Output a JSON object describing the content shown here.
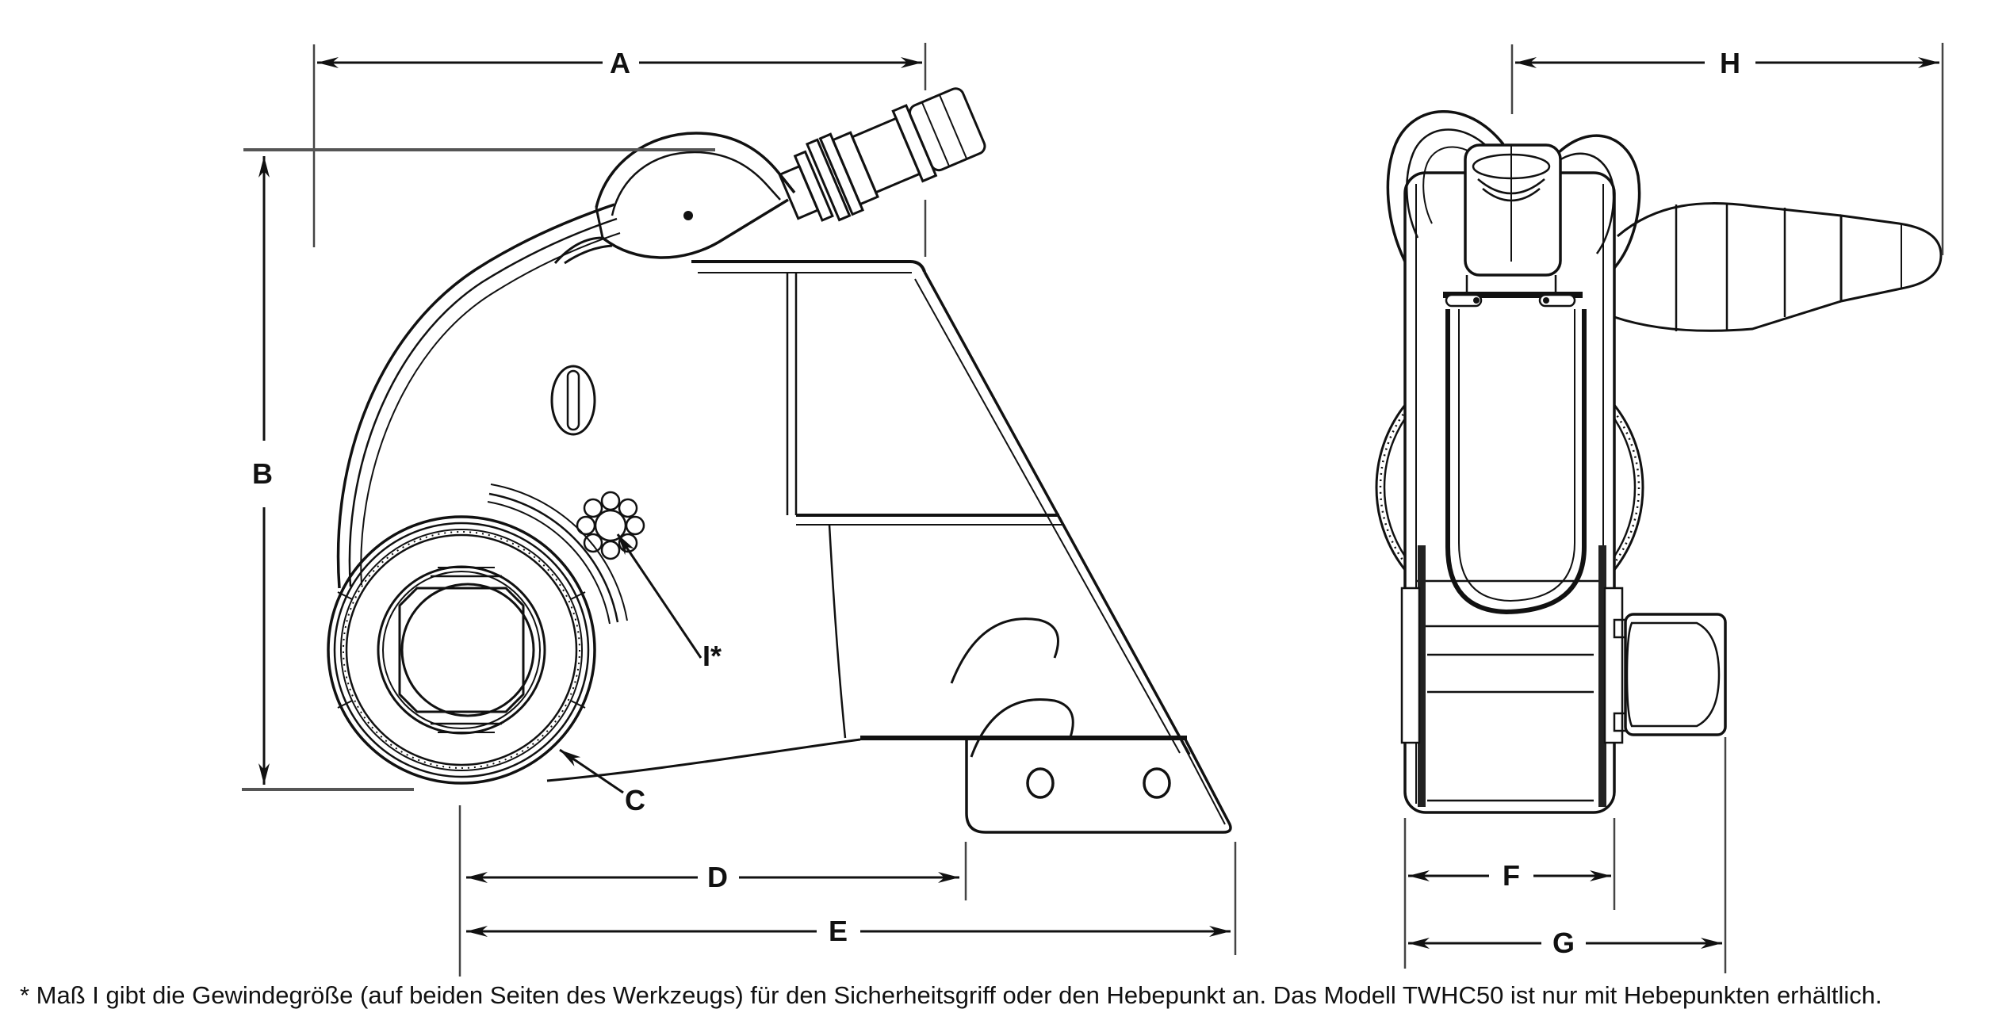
{
  "drawing": {
    "type": "technical-dimension-drawing",
    "product": "hydraulic torque wrench (square drive), side view and front view",
    "colors": {
      "background": "#ffffff",
      "line": "#111111",
      "extension_line": "#444444"
    }
  },
  "dimensions": {
    "a": "A",
    "b": "B",
    "c": "C",
    "d": "D",
    "e": "E",
    "f": "F",
    "g": "G",
    "h": "H",
    "i": "I*"
  },
  "footnote": "* Maß I gibt die Gewindegröße (auf beiden Seiten des Werkzeugs) für den Sicherheitsgriff oder den Hebepunkt an. Das Modell TWHC50 ist nur mit Hebepunkten erhältlich."
}
